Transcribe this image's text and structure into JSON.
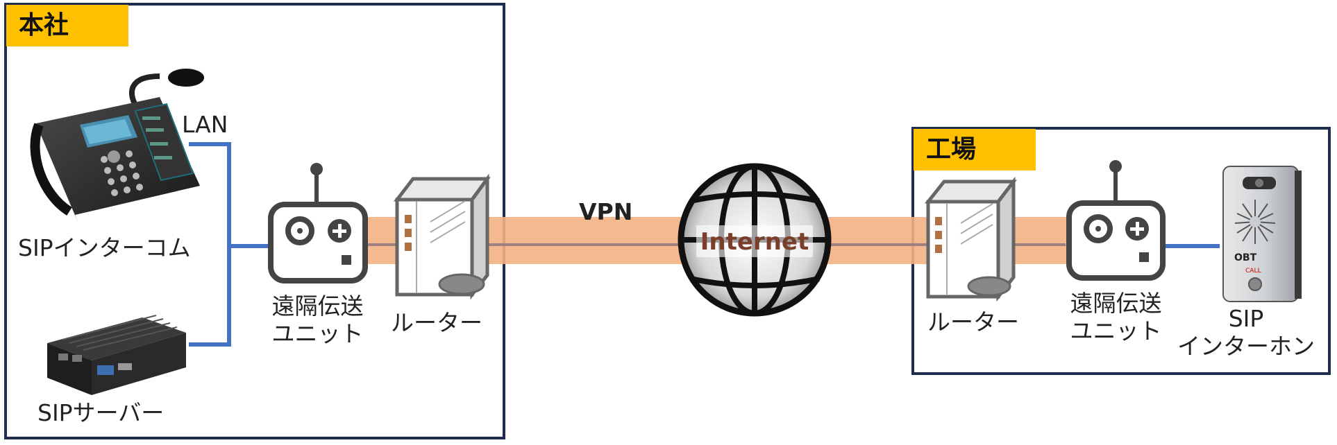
{
  "headquarters": {
    "title": "本社",
    "lan_label": "LAN",
    "intercom_label": "SIPインターコム",
    "server_label": "SIPサーバー",
    "remote_unit_label_line1": "遠隔伝送",
    "remote_unit_label_line2": "ユニット",
    "router_label": "ルーター"
  },
  "network": {
    "vpn_label": "VPN",
    "internet_label": "Internet"
  },
  "factory": {
    "title": "工場",
    "router_label": "ルーター",
    "remote_unit_label_line1": "遠隔伝送",
    "remote_unit_label_line2": "ユニット",
    "intercom_label_line1": "SIP",
    "intercom_label_line2": "インターホン",
    "intercom_brand": "OBT",
    "intercom_call": "CALL"
  },
  "colors": {
    "frame": "#1f2d4f",
    "tag": "#ffc000",
    "vpn_band": "#f4b183",
    "lan_line": "#4472c4",
    "link_line": "#a08080"
  }
}
